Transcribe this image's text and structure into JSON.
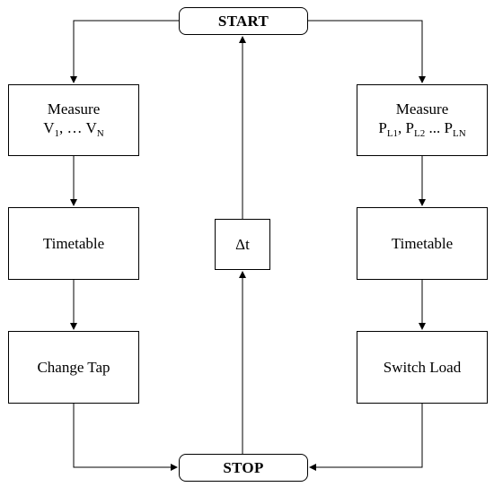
{
  "start": {
    "label": "START"
  },
  "stop": {
    "label": "STOP"
  },
  "left_column": {
    "measure": {
      "title": "Measure",
      "v_first": "V",
      "v_first_sub": "1",
      "ellipsis": ", … ",
      "v_last": "V",
      "v_last_sub": "N"
    },
    "timetable": "Timetable",
    "action": "Change Tap"
  },
  "right_column": {
    "measure": {
      "title": "Measure",
      "p1": "P",
      "p1_sub": "L1",
      "sep1": ", ",
      "p2": "P",
      "p2_sub": "L2",
      "sep2": " ... ",
      "pn": "P",
      "pn_sub": "LN"
    },
    "timetable": "Timetable",
    "action": "Switch Load"
  },
  "delay": {
    "label": "Δt"
  }
}
